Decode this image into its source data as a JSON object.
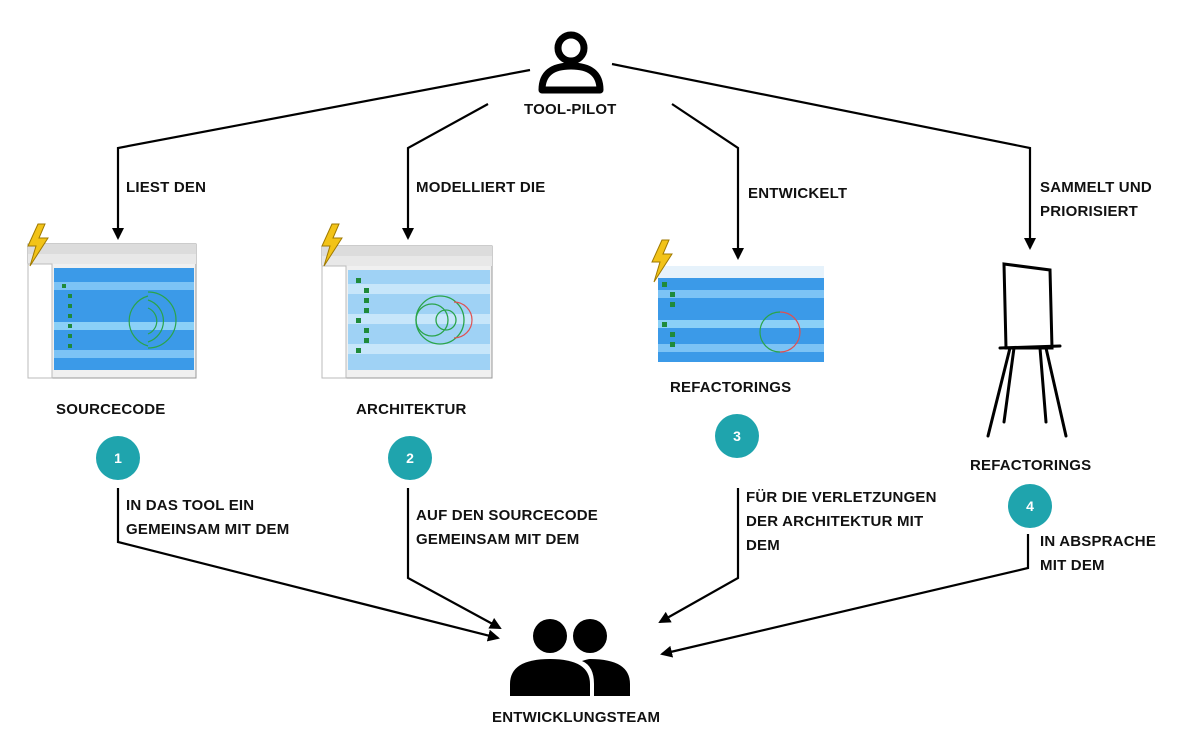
{
  "actors": {
    "pilot": {
      "label": "TOOL-PILOT",
      "icon": "person-icon"
    },
    "team": {
      "label": "ENTWICKLUNGSTEAM",
      "icon": "team-icon"
    }
  },
  "steps": [
    {
      "number": "1",
      "top_label": "LIEST DEN",
      "object": "SOURCECODE",
      "bottom_lines": [
        "IN DAS TOOL EIN",
        "GEMEINSAM MIT DEM"
      ],
      "visual": "tool-screenshot"
    },
    {
      "number": "2",
      "top_label": "MODELLIERT DIE",
      "object": "ARCHITEKTUR",
      "bottom_lines": [
        "AUF DEN SOURCECODE",
        "GEMEINSAM MIT DEM"
      ],
      "visual": "tool-screenshot"
    },
    {
      "number": "3",
      "top_label": "ENTWICKELT",
      "object": "REFACTORINGS",
      "bottom_lines": [
        "FÜR DIE VERLETZUNGEN",
        "DER ARCHITEKTUR MIT",
        "DEM"
      ],
      "visual": "tool-screenshot"
    },
    {
      "number": "4",
      "top_label_lines": [
        "SAMMELT UND",
        "PRIORISIERT"
      ],
      "object": "REFACTORINGS",
      "bottom_lines": [
        "IN ABSPRACHE",
        "MIT DEM"
      ],
      "visual": "flipchart"
    }
  ],
  "colors": {
    "badge": "#1fa4ad",
    "arrow": "#000000",
    "bolt": "#f2c318",
    "tool_blue": "#2f8ee0"
  }
}
